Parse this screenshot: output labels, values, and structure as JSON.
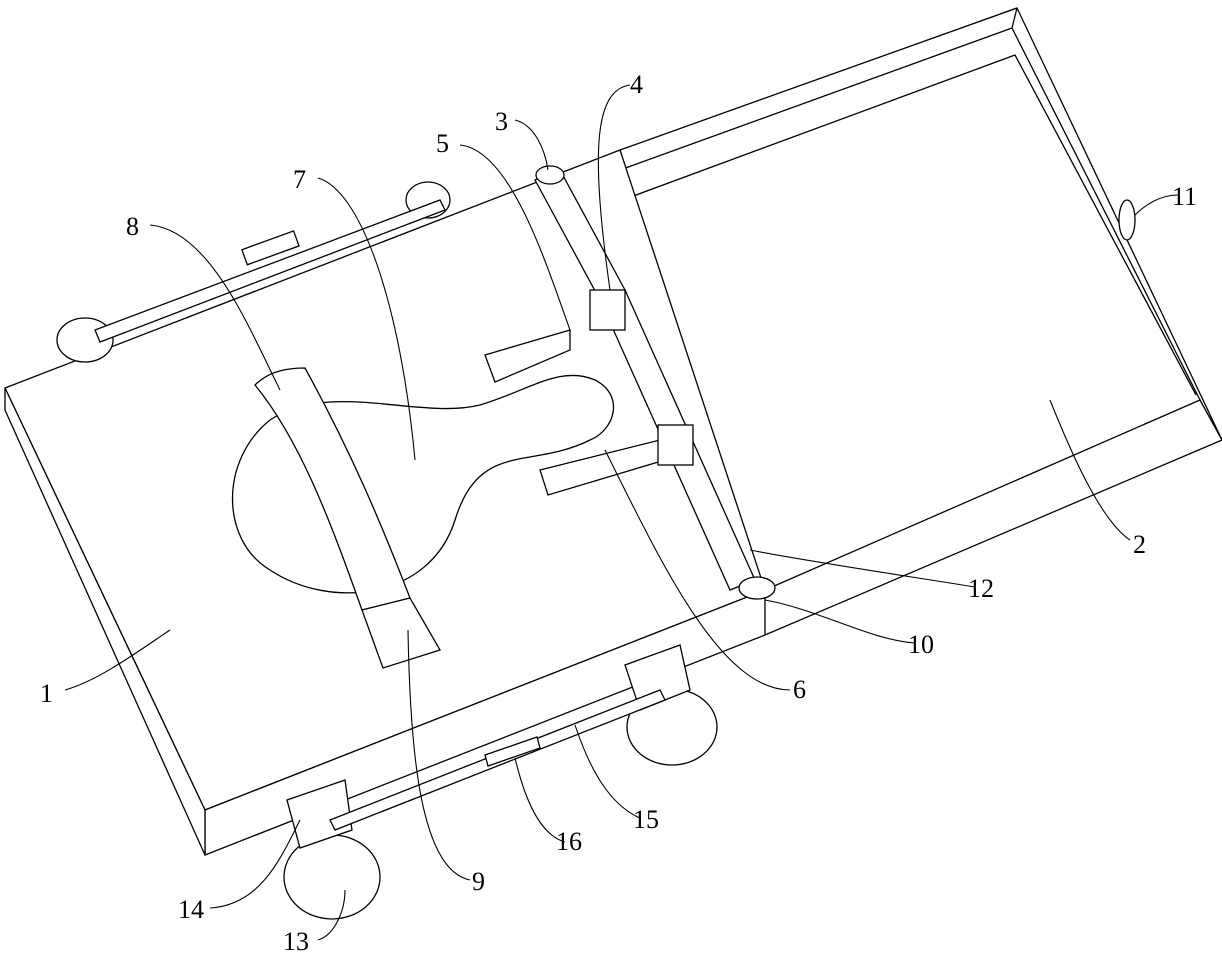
{
  "figure": {
    "labels": [
      "1",
      "2",
      "3",
      "4",
      "5",
      "6",
      "7",
      "8",
      "9",
      "10",
      "11",
      "12",
      "13",
      "14",
      "15",
      "16"
    ]
  }
}
